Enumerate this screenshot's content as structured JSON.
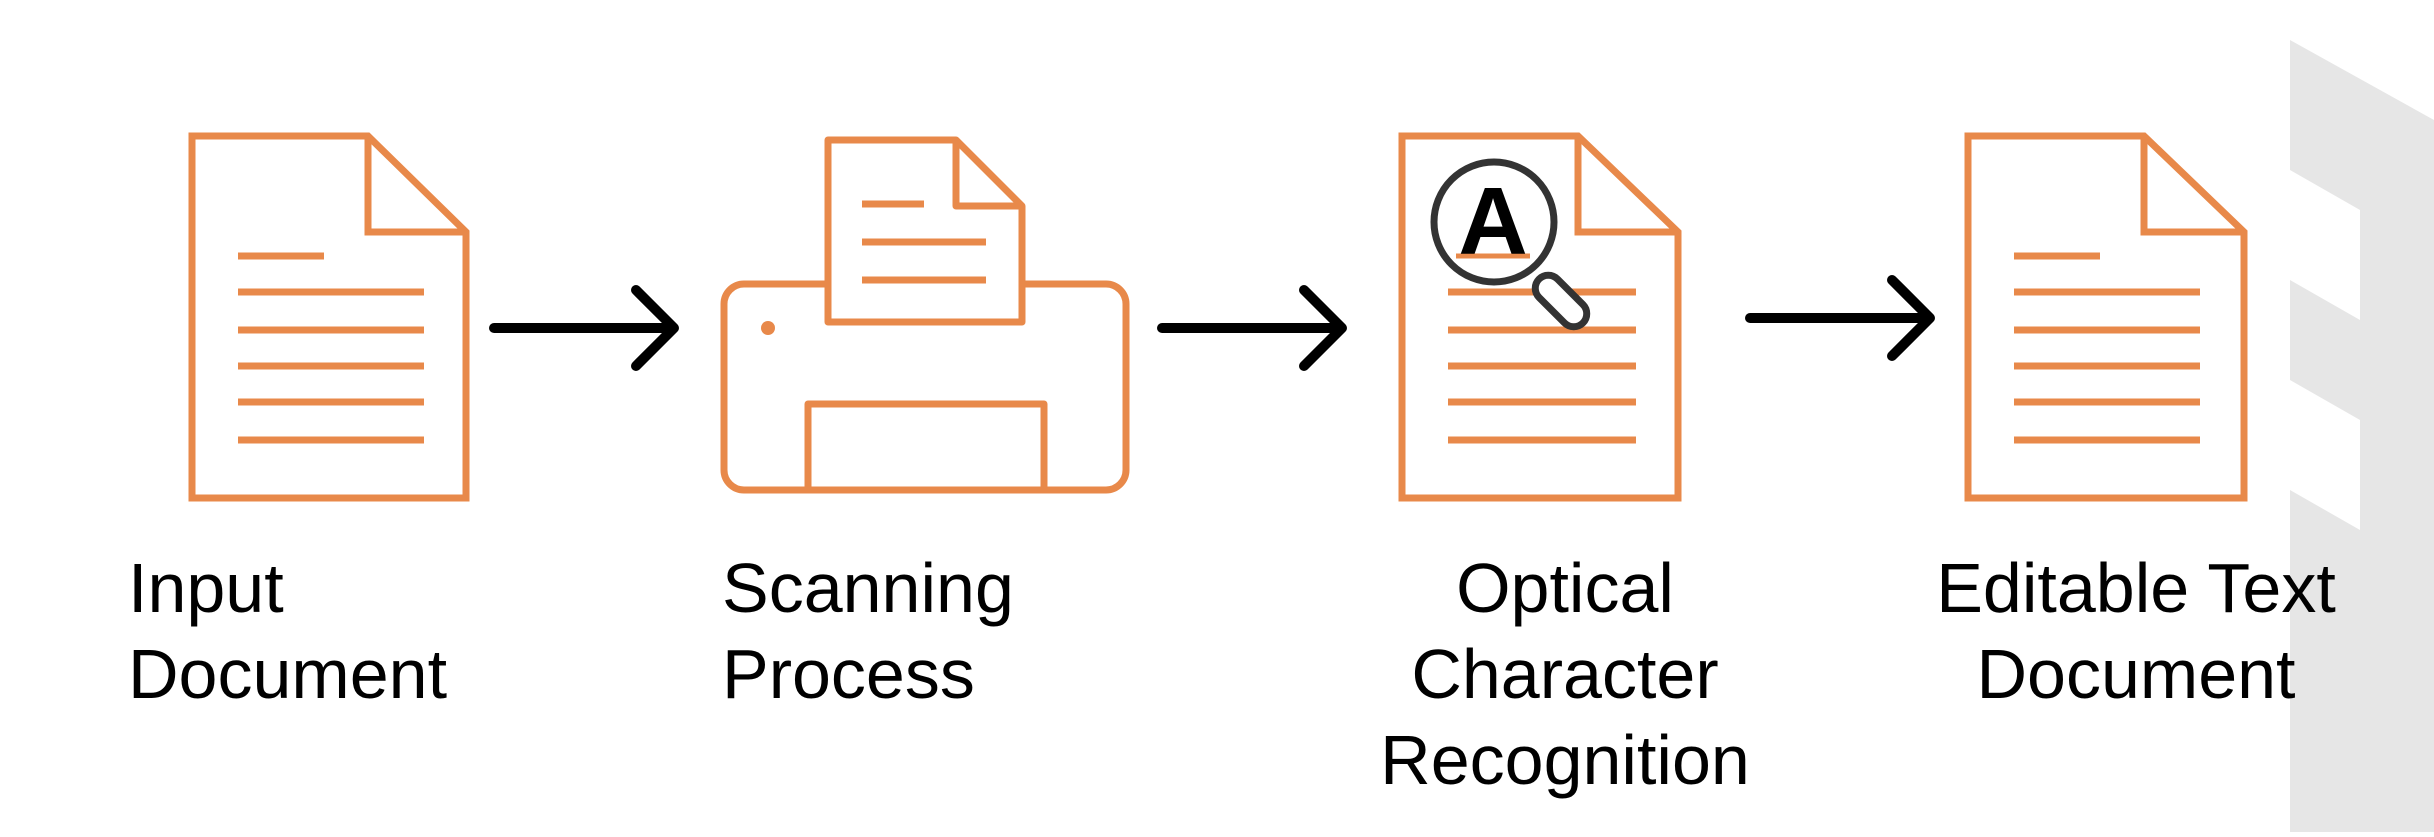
{
  "diagram": {
    "steps": [
      {
        "id": "input",
        "icon": "document-icon",
        "lines": [
          "Input",
          "Document"
        ]
      },
      {
        "id": "scanning",
        "icon": "printer-icon",
        "lines": [
          "Scanning",
          "Process"
        ]
      },
      {
        "id": "ocr",
        "icon": "magnifier-document-icon",
        "lines": [
          "Optical",
          "Character",
          "Recognition"
        ],
        "icon_letter": "A"
      },
      {
        "id": "output",
        "icon": "document-icon",
        "lines": [
          "Editable Text",
          "Document"
        ]
      }
    ],
    "connectors": [
      "arrow-right-icon",
      "arrow-right-icon",
      "arrow-right-icon"
    ]
  },
  "colors": {
    "icon_stroke": "#e8894a",
    "arrow": "#000000",
    "watermark": "#e6e6e6",
    "text": "#000000"
  }
}
